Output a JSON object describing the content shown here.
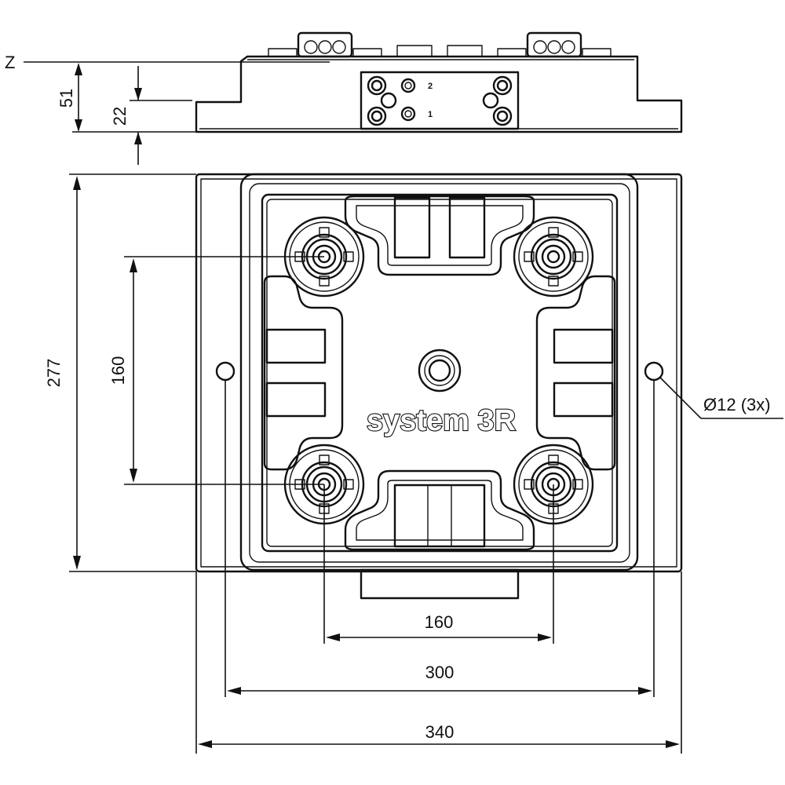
{
  "side_view": {
    "axis_label": "Z",
    "height_dim": "51",
    "step_dim": "22",
    "port_2": "2",
    "port_1": "1"
  },
  "top_view": {
    "brand": "system 3R",
    "height_dim": "277",
    "pitch_v_dim": "160",
    "pitch_h_dim": "160",
    "hole_spacing_dim": "300",
    "overall_width_dim": "340",
    "hole_callout": "Ø12 (3x)"
  }
}
